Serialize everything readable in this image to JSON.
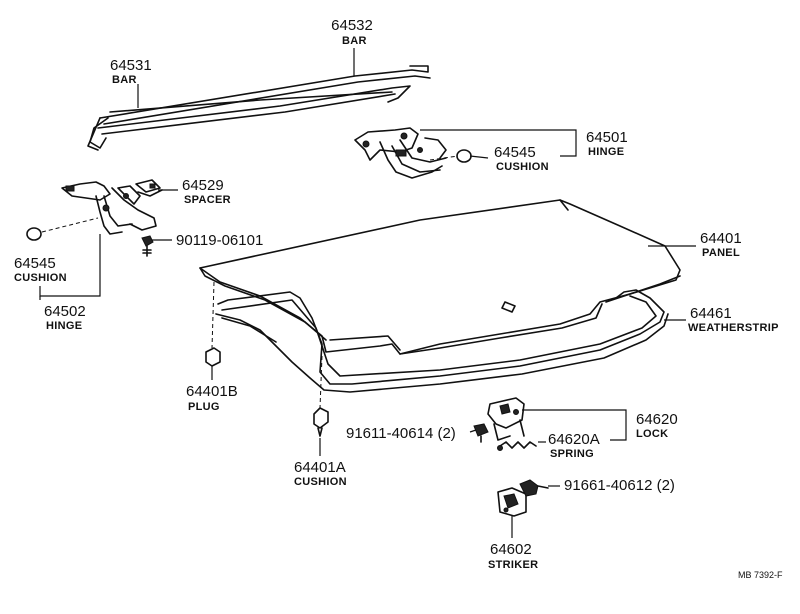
{
  "parts": [
    {
      "key": "p64532",
      "number": "64532",
      "label": "BAR"
    },
    {
      "key": "p64531",
      "number": "64531",
      "label": "BAR"
    },
    {
      "key": "p64501",
      "number": "64501",
      "label": "HINGE"
    },
    {
      "key": "p64545a",
      "number": "64545",
      "label": "CUSHION"
    },
    {
      "key": "p64529",
      "number": "64529",
      "label": "SPACER"
    },
    {
      "key": "p90119",
      "number": "90119-06101",
      "label": ""
    },
    {
      "key": "p64545b",
      "number": "64545",
      "label": "CUSHION"
    },
    {
      "key": "p64502",
      "number": "64502",
      "label": "HINGE"
    },
    {
      "key": "p64401",
      "number": "64401",
      "label": "PANEL"
    },
    {
      "key": "p64461",
      "number": "64461",
      "label": "WEATHERSTRIP"
    },
    {
      "key": "p64401B",
      "number": "64401B",
      "label": "PLUG"
    },
    {
      "key": "p91611",
      "number": "91611-40614 (2)",
      "label": ""
    },
    {
      "key": "p64620",
      "number": "64620",
      "label": "LOCK"
    },
    {
      "key": "p64620A",
      "number": "64620A",
      "label": "SPRING"
    },
    {
      "key": "p64401A",
      "number": "64401A",
      "label": "CUSHION"
    },
    {
      "key": "p91661",
      "number": "91661-40612 (2)",
      "label": ""
    },
    {
      "key": "p64602",
      "number": "64602",
      "label": "STRIKER"
    }
  ],
  "diagram_ref": "MB 7392-F"
}
